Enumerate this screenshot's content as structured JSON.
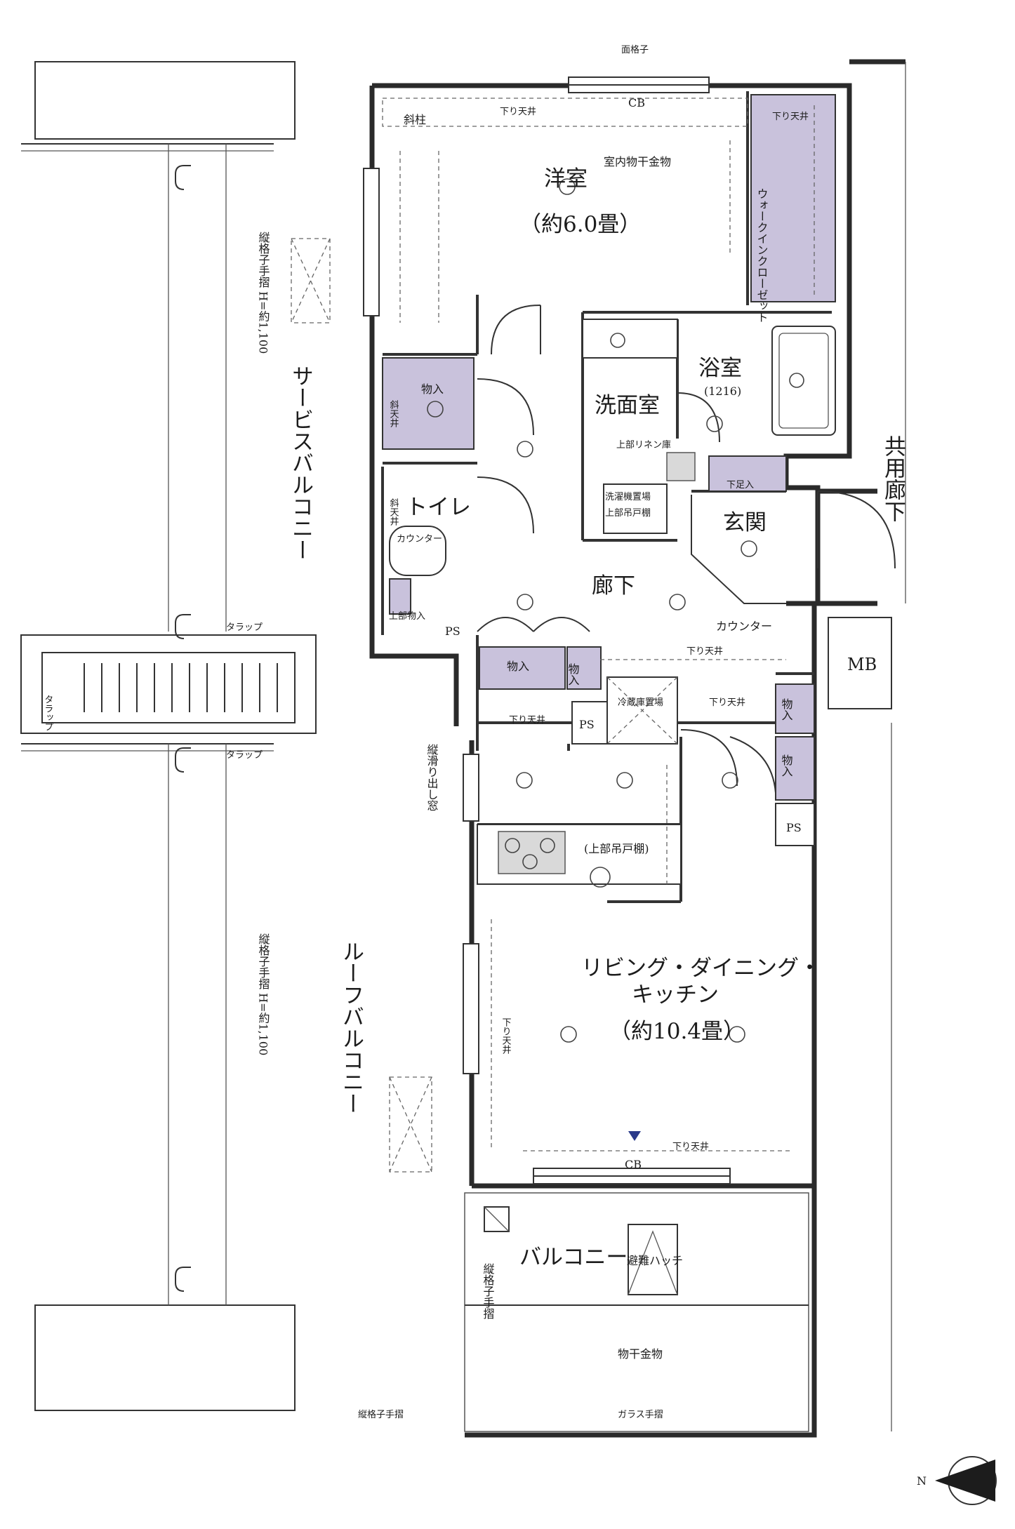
{
  "rooms": {
    "western_room": {
      "name": "洋室",
      "area": "（約6.0畳）"
    },
    "ldk": {
      "name_line1": "リビング・ダイニング・",
      "name_line2": "キッチン",
      "area": "（約10.4畳）"
    },
    "bathroom": {
      "name": "浴室",
      "size": "(1216)"
    },
    "washroom": "洗面室",
    "toilet": "トイレ",
    "entrance": "玄関",
    "hallway": "廊下",
    "walk_in_closet": "ウォークインクローゼット",
    "service_balcony": "サービスバルコニー",
    "roof_balcony": "ルーフバルコニー",
    "balcony": "バルコニー",
    "shared_corridor": "共用廊下"
  },
  "labels": {
    "lattice_top": "面格子",
    "sagari_tenjo": "下り天井",
    "cb": "CB",
    "shachu": "斜柱",
    "indoor_dry_hardware": "室内物干金物",
    "storage": "物入",
    "upper_storage": "上部物入",
    "sloped_ceiling": "斜天井",
    "counter": "カウンター",
    "ps": "PS",
    "mb": "MB",
    "linen_storage": "上部リネン庫",
    "washer_space": "洗濯機置場",
    "upper_cabinet": "上部吊戸棚",
    "kitchen_upper_cabinet": "(上部吊戸棚)",
    "fridge_space": "冷蔵庫置場",
    "tall_window": "縦滑り出し窓",
    "lattice_rail_h1100": "縦格子手摺 H=約1,100",
    "lattice_rail": "縦格子手摺",
    "glass_rail": "ガラス手摺",
    "dry_hardware": "物干金物",
    "escape_hatch": "避難ハッチ",
    "trap": "タラップ",
    "shoe_box": "下足入",
    "compass_n": "N"
  },
  "colors": {
    "storage_fill": "#c9c2dc",
    "wall": "#2a2a2a",
    "background": "#ffffff"
  }
}
